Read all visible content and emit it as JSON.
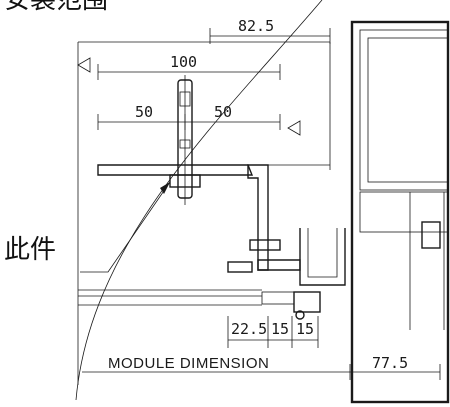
{
  "header": {
    "cropped_text": "安装范围"
  },
  "dimensions": {
    "d_82_5": "82.5",
    "d_100": "100",
    "d_50_left": "50",
    "d_50_right": "50",
    "d_22_5": "22.5",
    "d_15_a": "15",
    "d_15_b": "15",
    "d_77_5": "77.5"
  },
  "labels": {
    "this_part": "此件",
    "module_dimension": "MODULE DIMENSION"
  }
}
